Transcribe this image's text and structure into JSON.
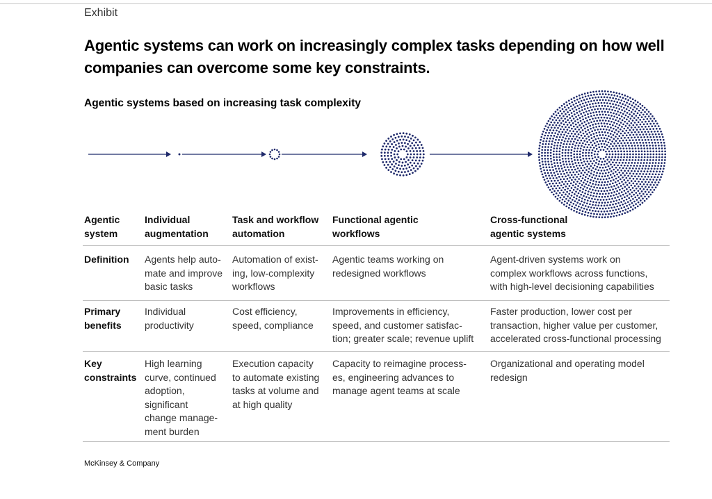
{
  "exhibit_label": "Exhibit",
  "title": "Agentic systems can work on increasingly complex tasks depending on how well companies can overcome some key constraints.",
  "subtitle": "Agentic systems based on increasing task complexity",
  "colors": {
    "dots": "#1f2a6b",
    "arrow": "#1f2a6b"
  },
  "stages_visual": [
    {
      "name": "individual-augmentation",
      "complexity": "minimal"
    },
    {
      "name": "task-and-workflow-automation",
      "complexity": "low"
    },
    {
      "name": "functional-agentic-workflows",
      "complexity": "medium"
    },
    {
      "name": "cross-functional-agentic-systems",
      "complexity": "high"
    }
  ],
  "table": {
    "headers": [
      "Agentic\nsystem",
      "Individual\naugmentation",
      "Task and workflow\nautomation",
      "Functional agentic\nworkflows",
      "Cross-functional\nagentic systems"
    ],
    "rows": [
      {
        "label": "Definition",
        "cells": [
          "Agents help auto-\nmate and improve\nbasic tasks",
          "Automation of exist-\ning, low-complexity\nworkflows",
          "Agentic teams working on\nredesigned workflows",
          "Agent-driven systems work on\ncomplex workflows across functions,\nwith high-level decisioning capabilities"
        ]
      },
      {
        "label": "Primary\nbenefits",
        "cells": [
          "Individual\nproductivity",
          "Cost efficiency,\nspeed, compliance",
          "Improvements in efficiency,\nspeed, and customer satisfac-\ntion; greater scale; revenue uplift",
          "Faster production, lower cost per\ntransaction, higher value per customer,\naccelerated cross-functional processing"
        ]
      },
      {
        "label": "Key\nconstraints",
        "cells": [
          "High learning\ncurve, continued\nadoption,\nsignificant\nchange manage-\nment burden",
          "Execution capacity\nto automate existing\ntasks at volume and\nat high quality",
          "Capacity to reimagine process-\nes, engineering advances to\nmanage agent teams at scale",
          "Organizational and operating model\nredesign"
        ]
      }
    ]
  },
  "footer": "McKinsey & Company"
}
